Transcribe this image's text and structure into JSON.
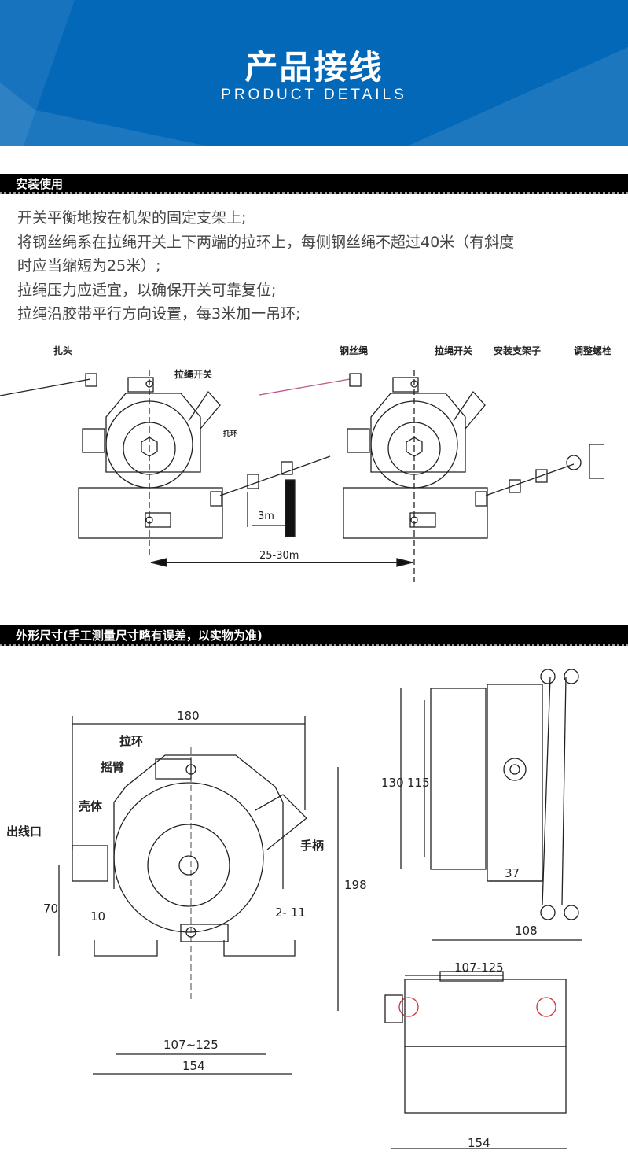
{
  "banner": {
    "title": "产品接线",
    "subtitle": "PRODUCT DETAILS",
    "color": "#0468b8"
  },
  "section1": {
    "title": "安装使用",
    "lines": [
      "开关平衡地按在机架的固定支架上;",
      "将钢丝绳系在拉绳开关上下两端的拉环上，每侧钢丝绳不超过40米（有斜度",
      "时应当缩短为25米）;",
      "拉绳压力应适宜，以确保开关可靠复位;",
      "拉绳沿胶带平行方向设置，每3米加一吊环;"
    ]
  },
  "install_diagram": {
    "labels": {
      "tie_head": "扎头",
      "pull_switch_1": "拉绳开关",
      "support_ring": "托环",
      "wire_rope": "钢丝绳",
      "pull_switch_2": "拉绳开关",
      "bracket": "安装支架子",
      "adjust_bolt": "调整螺栓",
      "spacing_3m": "3m",
      "spacing_25_30": "25-30m"
    }
  },
  "section2": {
    "title": "外形尺寸(手工测量尺寸略有误差，以实物为准)"
  },
  "dimension_drawing": {
    "front": {
      "width": "180",
      "pull_ring": "拉环",
      "swing_arm": "摇臂",
      "housing": "壳体",
      "cable_outlet": "出线口",
      "handle": "手柄",
      "height": "198",
      "offset_70": "70",
      "offset_10": "10",
      "holes": "2- 11",
      "mount_span": "107~125",
      "base_width": "154"
    },
    "side": {
      "h130": "130",
      "h115": "115",
      "d37": "37",
      "d108": "108"
    },
    "bottom": {
      "span": "107-125",
      "width": "154"
    }
  }
}
